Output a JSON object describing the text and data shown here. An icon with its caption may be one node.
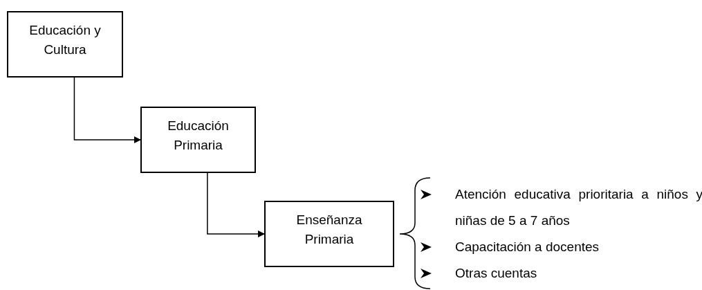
{
  "diagram": {
    "nodes": [
      {
        "text": [
          "Educación y Cultura"
        ]
      },
      {
        "text": [
          "Educación Primaria"
        ]
      },
      {
        "text": [
          "Enseñanza Primaria"
        ]
      }
    ],
    "edges": [
      {
        "from": 0,
        "to": 1,
        "arrow": "to"
      },
      {
        "from": 1,
        "to": 2,
        "arrow": "to"
      }
    ],
    "labels": [
      "Atención educativa prioritaria a niños y niñas de 5 a 7 años",
      "Capacitación a docentes",
      "Otras cuentas"
    ]
  }
}
